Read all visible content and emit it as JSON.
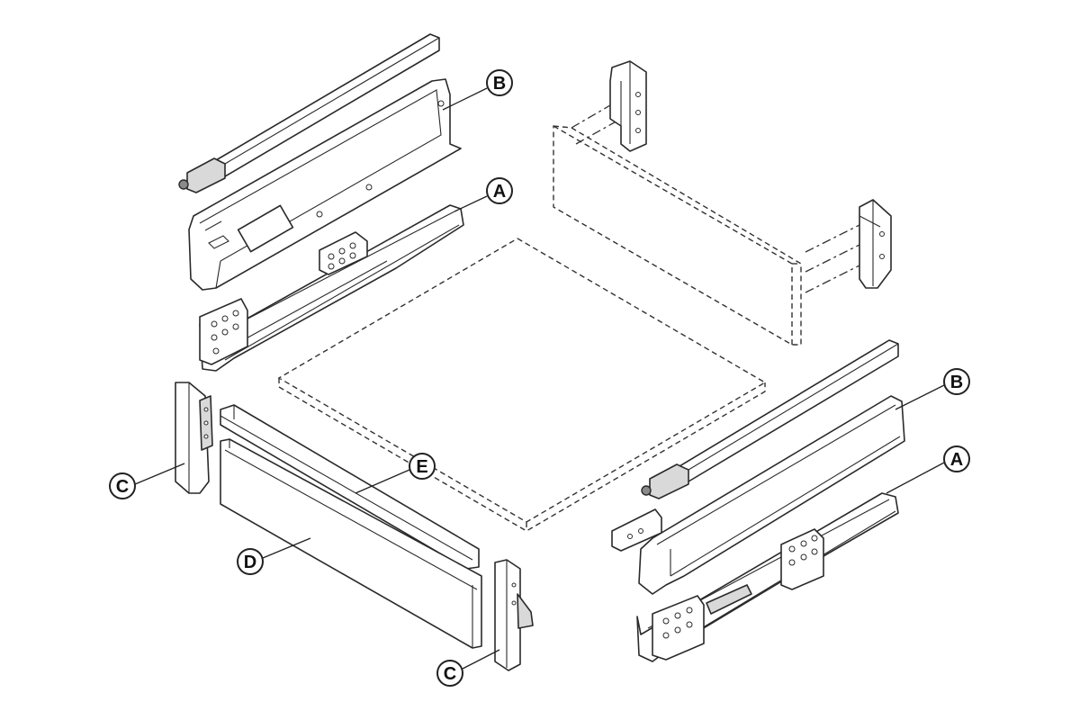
{
  "callouts": {
    "b_top": "B",
    "a_top": "A",
    "c_left": "C",
    "e_mid": "E",
    "d_mid": "D",
    "c_bottom": "C",
    "b_right": "B",
    "a_right": "A"
  }
}
